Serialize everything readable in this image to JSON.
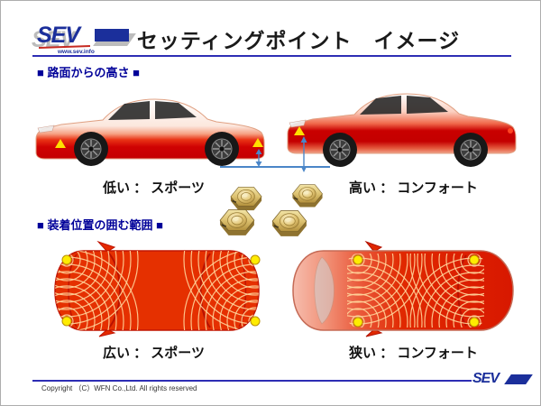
{
  "header": {
    "logo_text": "SEV",
    "logo_url": "www.sev.info",
    "title": "セッティングポイント　イメージ"
  },
  "sections": [
    {
      "heading": "■ 路面からの高さ ■",
      "left_label": "低い ： スポーツ",
      "right_label": "高い ： コンフォート"
    },
    {
      "heading": "■ 装着位置の囲む範囲 ■",
      "left_label": "広い ： スポーツ",
      "right_label": "狭い ： コンフォート"
    }
  ],
  "footer": {
    "copyright": "Copyright （C）WFN Co.,Ltd. All rights reserved",
    "logo_text": "SEV"
  },
  "colors": {
    "heading_blue": "#000099",
    "rule_blue": "#2d2db4",
    "logo_blue": "#1b2f9b",
    "car_red": "#d81800",
    "marker_yellow": "#ffe800",
    "arrow_blue": "#4a86c8",
    "unit_gold": "#ddc271"
  }
}
